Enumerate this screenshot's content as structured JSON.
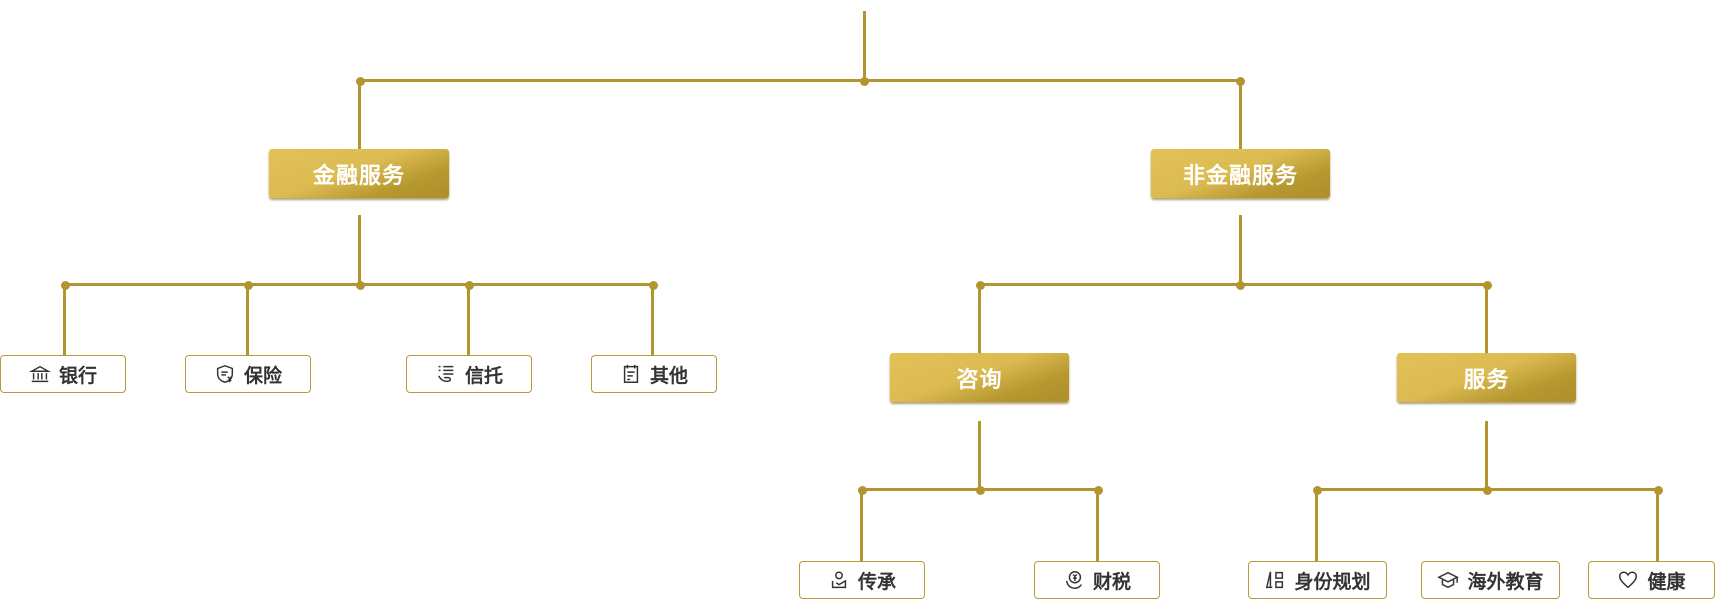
{
  "root": {
    "children": [
      {
        "label": "金融服务",
        "children": [
          {
            "label": "银行",
            "icon": "bank-icon"
          },
          {
            "label": "保险",
            "icon": "shield-yuan-icon"
          },
          {
            "label": "信托",
            "icon": "hand-list-icon"
          },
          {
            "label": "其他",
            "icon": "notepad-icon"
          }
        ]
      },
      {
        "label": "非金融服务",
        "children": [
          {
            "label": "咨询",
            "children": [
              {
                "label": "传承",
                "icon": "person-hand-icon"
              },
              {
                "label": "财税",
                "icon": "yuan-coin-hand-icon"
              }
            ]
          },
          {
            "label": "服务",
            "children": [
              {
                "label": "身份规划",
                "icon": "identity-icon"
              },
              {
                "label": "海外教育",
                "icon": "graduation-cap-icon"
              },
              {
                "label": "健康",
                "icon": "heart-icon"
              }
            ]
          }
        ]
      }
    ]
  },
  "colors": {
    "line": "#b2952f",
    "box_light": "#e2c257",
    "box_dark": "#ad8f2c"
  }
}
